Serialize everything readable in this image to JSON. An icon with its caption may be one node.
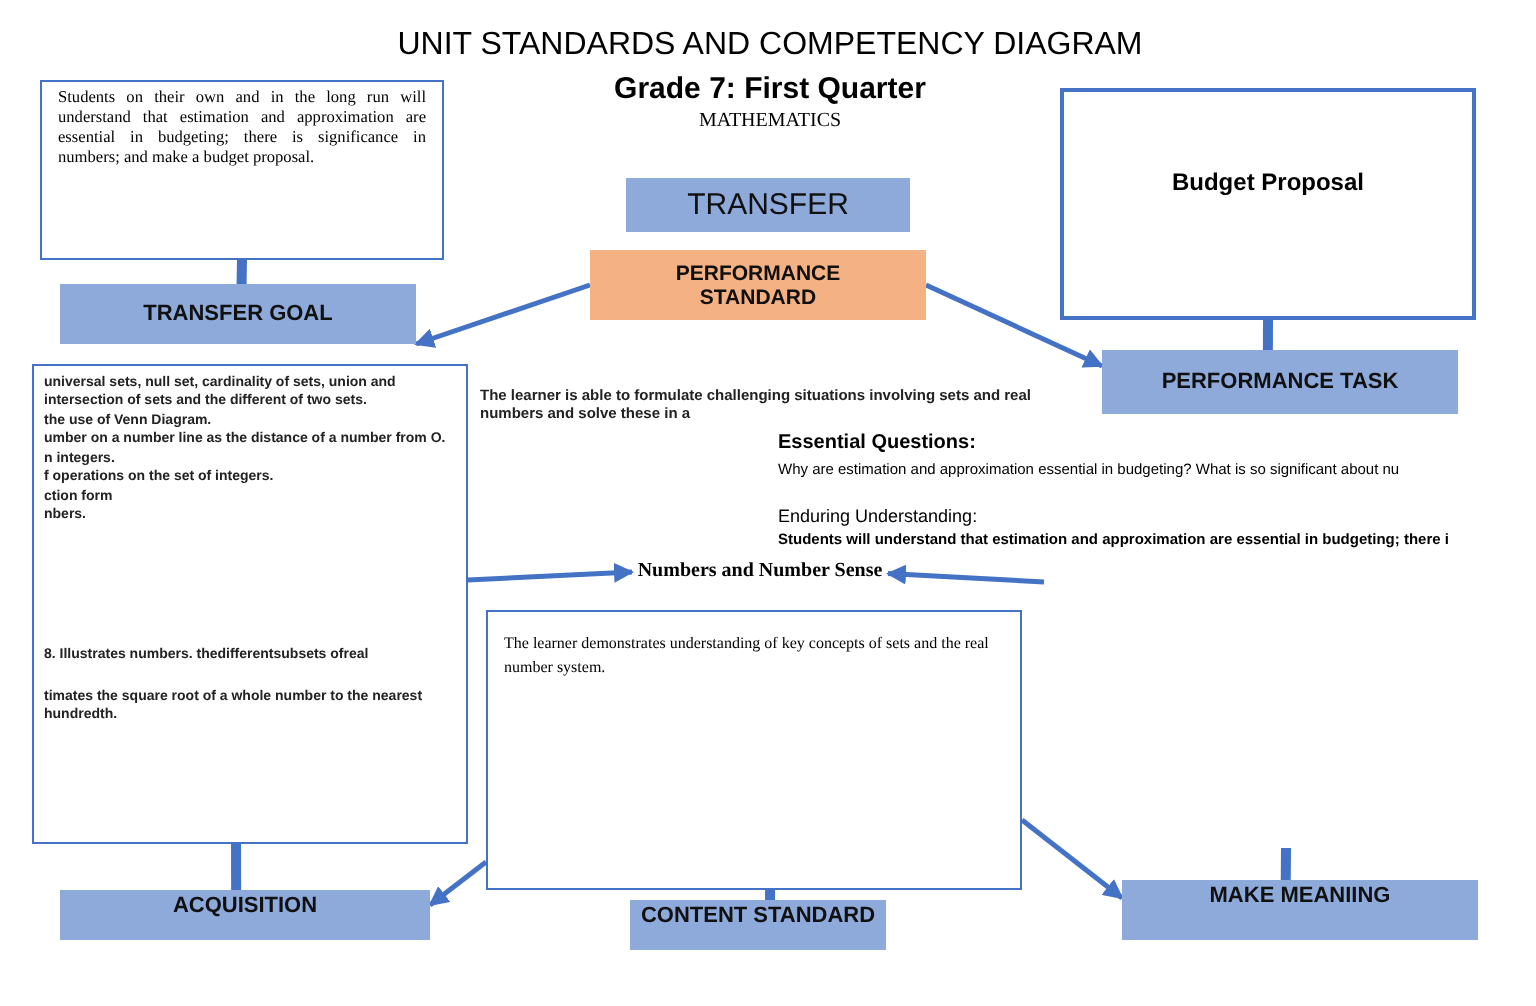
{
  "diagram": {
    "title": "UNIT STANDARDS AND COMPETENCY DIAGRAM",
    "nodes": [
      {
        "text": [
          "Students on their own and in the long run will understand that estimation and approximation are essential in budgeting; there is significance in numbers; and make a budget proposal."
        ]
      },
      {
        "text": [
          "TRANSFER GOAL"
        ]
      },
      {
        "text": [
          "TRANSFER"
        ]
      },
      {
        "text": [
          "PERFORMANCE STANDARD"
        ]
      },
      {
        "text": [
          "Budget Proposal"
        ]
      },
      {
        "text": [
          "PERFORMANCE TASK"
        ]
      },
      {
        "text": [
          "universal sets, null set, cardinality of sets, union and intersection of sets and the different of two sets.",
          "the use of Venn Diagram.",
          "umber on a number line as the distance of a number from O.",
          "n integers.",
          "f operations on the set of integers.",
          "ction form",
          "nbers.",
          "8. Illustrates numbers. thedifferentsubsets ofreal",
          "timates the square root of a whole number to the nearest hundredth."
        ]
      },
      {
        "text": [
          "Numbers and Number Sense"
        ]
      },
      {
        "text": [
          "The learner demonstrates understanding of key concepts of sets and the real number system."
        ]
      },
      {
        "text": [
          "ACQUISITION"
        ]
      },
      {
        "text": [
          "CONTENT STANDARD"
        ]
      },
      {
        "text": [
          "MAKE MEANIING"
        ]
      }
    ],
    "edges": [
      {
        "from": 0,
        "to": 1,
        "arrow": "none",
        "style": "thick"
      },
      {
        "from": 3,
        "to": 1,
        "arrow": "to"
      },
      {
        "from": 3,
        "to": 5,
        "arrow": "to"
      },
      {
        "from": 4,
        "to": 5,
        "arrow": "none",
        "style": "thick"
      },
      {
        "from": 6,
        "to": 7,
        "arrow": "to"
      },
      {
        "from": null,
        "to": 7,
        "arrow": "to"
      },
      {
        "from": 6,
        "to": 9,
        "arrow": "none",
        "style": "thick"
      },
      {
        "from": 8,
        "to": 9,
        "arrow": "to"
      },
      {
        "from": 8,
        "to": 10,
        "arrow": "none",
        "style": "thick"
      },
      {
        "from": 8,
        "to": 11,
        "arrow": "to"
      },
      {
        "from": null,
        "to": 11,
        "arrow": "none",
        "style": "thick"
      }
    ],
    "labels": [
      "Grade 7: First Quarter",
      "MATHEMATICS",
      "The learner is able to formulate challenging situations involving sets and real numbers and solve these in a",
      "Essential Questions:",
      "Why are estimation and approximation essential in budgeting? What is so significant about nu",
      "Enduring Understanding:",
      "Students will understand that estimation and approximation are essential in budgeting; there i"
    ]
  }
}
